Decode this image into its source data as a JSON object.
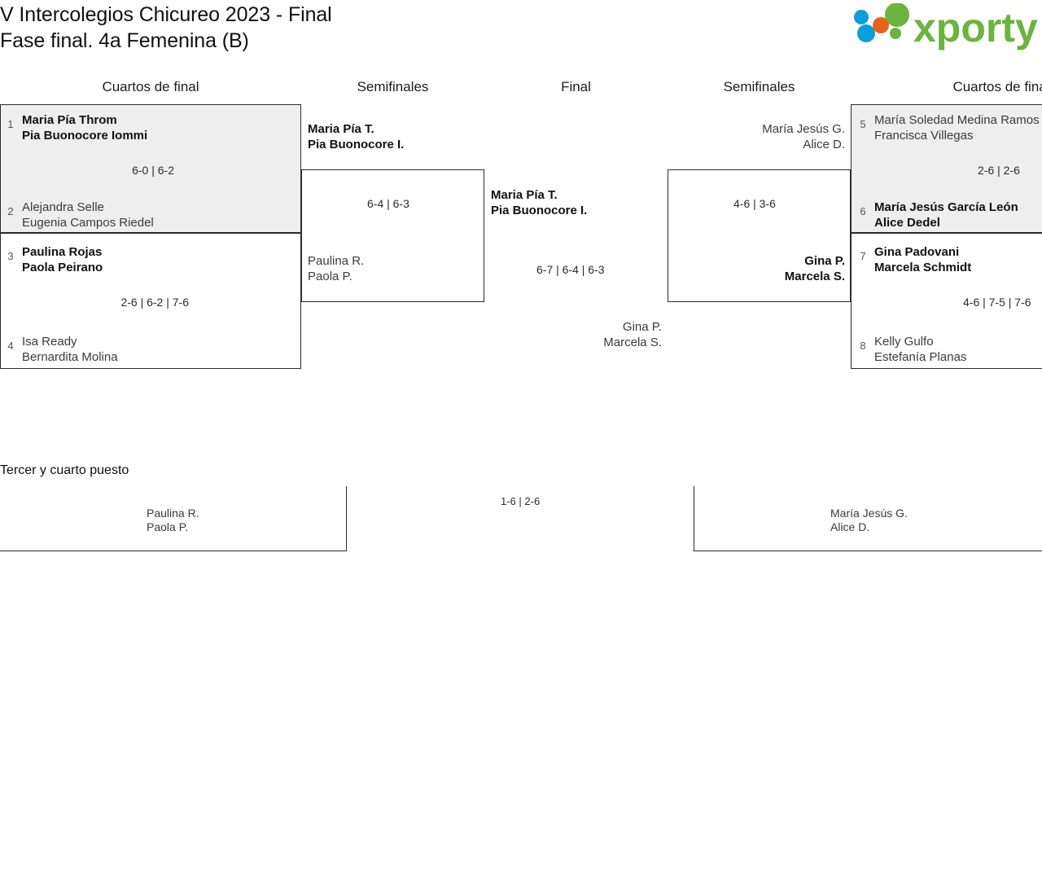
{
  "header": {
    "title_line1": "V Intercolegios Chicureo 2023 - Final",
    "title_line2": "Fase final. 4a Femenina (B)",
    "logo_text": "xporty",
    "logo_colors": {
      "green": "#6cb33f",
      "blue": "#0d9ddb",
      "orange": "#e8611a"
    }
  },
  "rounds": {
    "qf_left": "Cuartos de final",
    "sf_left": "Semifinales",
    "final": "Final",
    "sf_right": "Semifinales",
    "qf_right": "Cuartos de final"
  },
  "bracket": {
    "qf": [
      {
        "shaded": true,
        "score": "6-0 | 6-2",
        "top": {
          "seed": "1",
          "p1": "Maria Pía Throm",
          "p2": "Pia Buonocore Iommi",
          "winner": true
        },
        "bottom": {
          "seed": "2",
          "p1": "Alejandra Selle",
          "p2": "Eugenia Campos Riedel",
          "winner": false
        }
      },
      {
        "shaded": false,
        "score": "2-6 | 6-2 | 7-6",
        "top": {
          "seed": "3",
          "p1": "Paulina Rojas",
          "p2": "Paola Peirano",
          "winner": true
        },
        "bottom": {
          "seed": "4",
          "p1": "Isa Ready",
          "p2": "Bernardita Molina",
          "winner": false
        }
      },
      {
        "shaded": true,
        "score": "2-6 | 2-6",
        "top": {
          "seed": "5",
          "p1": "María Soledad Medina Ramos",
          "p2": "Francisca Villegas",
          "winner": false
        },
        "bottom": {
          "seed": "6",
          "p1": "María Jesús García León",
          "p2": "Alice Dedel",
          "winner": true
        }
      },
      {
        "shaded": false,
        "score": "4-6 | 7-5 | 7-6",
        "top": {
          "seed": "7",
          "p1": "Gina Padovani",
          "p2": "Marcela Schmidt",
          "winner": true
        },
        "bottom": {
          "seed": "8",
          "p1": "Kelly Gulfo",
          "p2": "Estefanía Planas",
          "winner": false
        }
      }
    ],
    "sf": [
      {
        "side": "left",
        "score": "6-4 | 6-3",
        "top": {
          "p1": "Maria Pía T.",
          "p2": "Pia Buonocore I.",
          "winner": true
        },
        "bottom": {
          "p1": "Paulina R.",
          "p2": "Paola P.",
          "winner": false
        }
      },
      {
        "side": "right",
        "score": "4-6 | 3-6",
        "top": {
          "p1": "María Jesús G.",
          "p2": "Alice D.",
          "winner": false
        },
        "bottom": {
          "p1": "Gina P.",
          "p2": "Marcela S.",
          "winner": true
        }
      }
    ],
    "final": {
      "score": "6-7 | 6-4 | 6-3",
      "top": {
        "p1": "Maria Pía T.",
        "p2": "Pia Buonocore I.",
        "winner": true
      },
      "bottom": {
        "p1": "Gina P.",
        "p2": "Marcela S.",
        "winner": false
      }
    }
  },
  "third_place": {
    "title": "Tercer y cuarto puesto",
    "score": "1-6 | 2-6",
    "left": {
      "p1": "Paulina R.",
      "p2": "Paola P."
    },
    "right": {
      "p1": "María Jesús G.",
      "p2": "Alice D."
    }
  }
}
